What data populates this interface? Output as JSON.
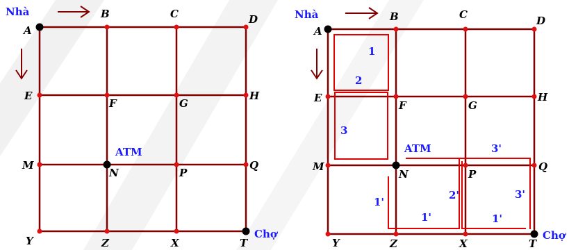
{
  "colors": {
    "grid": "#800000",
    "node": "#dd1111",
    "special_node": "#000000",
    "label": "#000000",
    "place_label": "#1a1aff",
    "route": "#e00000",
    "route_label": "#1a1aff",
    "arrow": "#800000",
    "watermark": "#f0f0f0"
  },
  "left": {
    "vertices": {
      "A": "A",
      "B": "B",
      "C": "C",
      "D": "D",
      "E": "E",
      "F": "F",
      "G": "G",
      "H": "H",
      "M": "M",
      "N": "N",
      "P": "P",
      "Q": "Q",
      "Y": "Y",
      "Z": "Z",
      "X": "X",
      "T": "T"
    },
    "home_label": "Nhà",
    "atm_label": "ATM",
    "market_label": "Chợ"
  },
  "right": {
    "vertices": {
      "A": "A",
      "B": "B",
      "C": "C",
      "D": "D",
      "E": "E",
      "F": "F",
      "G": "G",
      "H": "H",
      "M": "M",
      "N": "N",
      "P": "P",
      "Q": "Q",
      "Y": "Y",
      "Z": "Z",
      "X": "X",
      "T": "T"
    },
    "home_label": "Nhà",
    "atm_label": "ATM",
    "market_label": "Chợ",
    "route_labels": {
      "r1": "1",
      "r2": "2",
      "r3": "3",
      "r3p_top": "3'",
      "r3p_side": "3'",
      "r2p": "2'",
      "r1p_left": "1'",
      "r1p_bottom_a": "1'",
      "r1p_bottom_b": "1'"
    }
  }
}
